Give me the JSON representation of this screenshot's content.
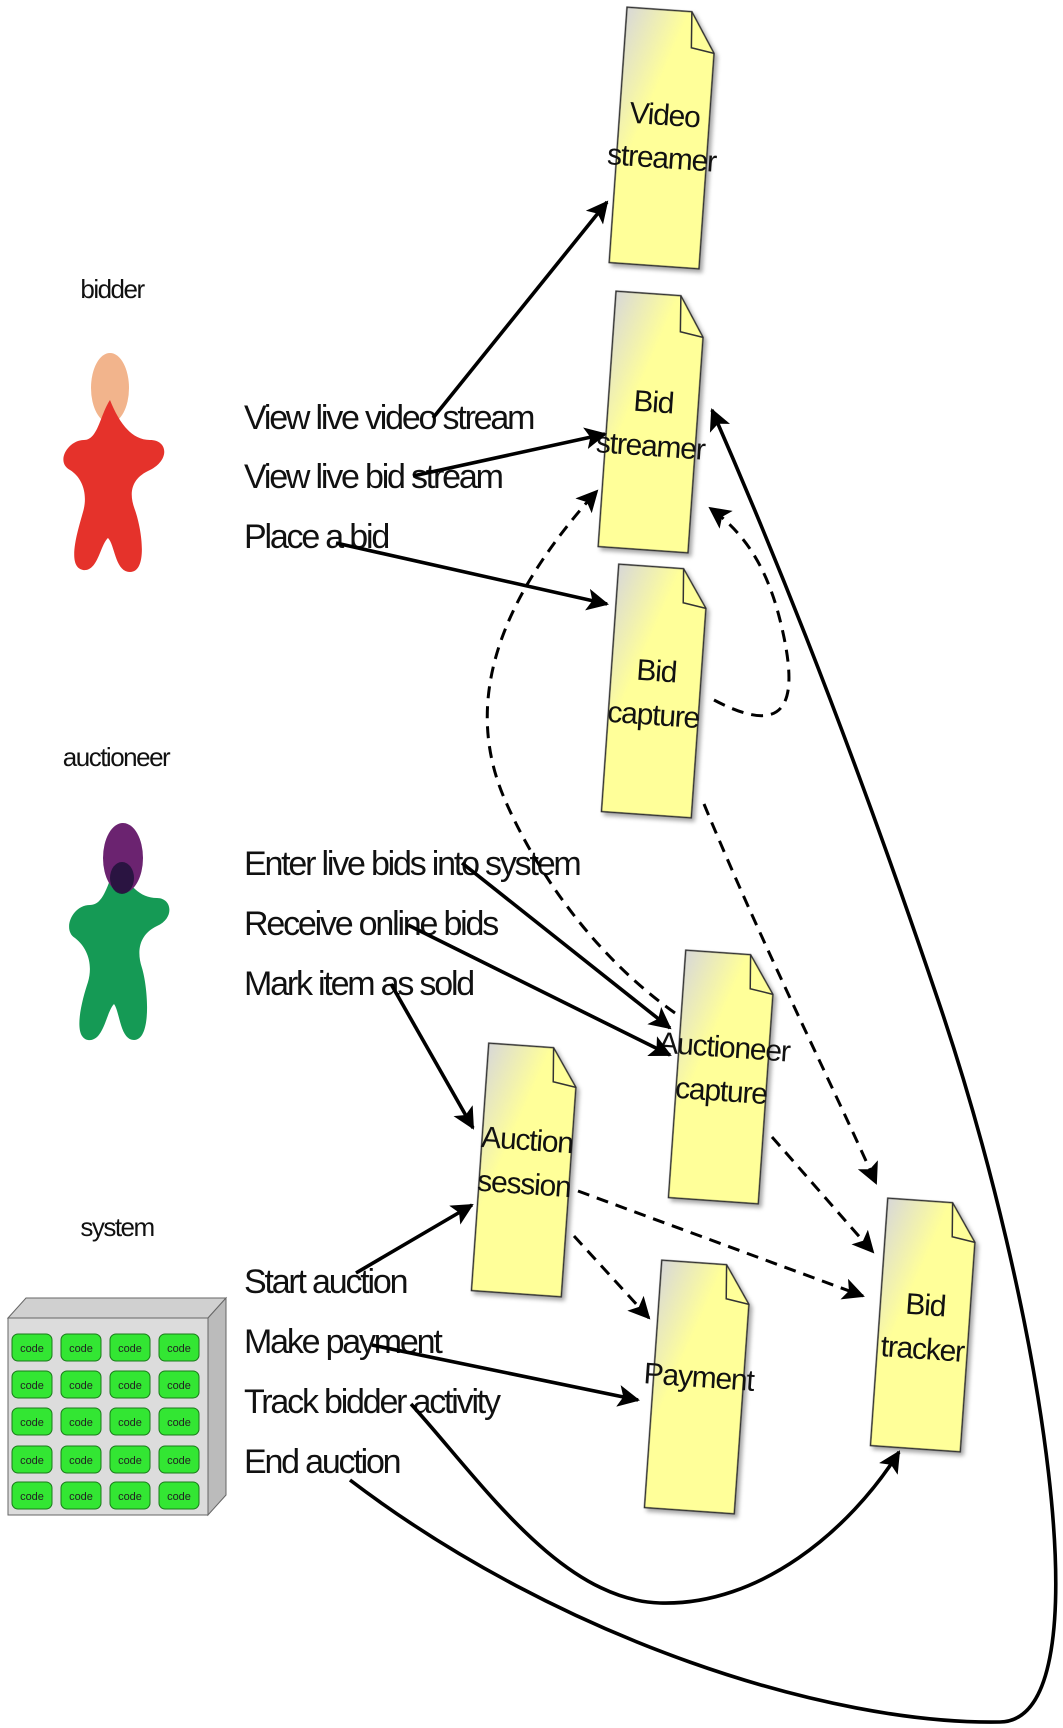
{
  "actors": [
    {
      "id": "bidder",
      "name": "bidder",
      "head_color": "#F2B48C",
      "body_color": "#E5322B"
    },
    {
      "id": "auctioneer",
      "name": "auctioneer",
      "head_color": "#6B2370",
      "body_color": "#159A55"
    },
    {
      "id": "system",
      "name": "system",
      "cell_label": "code",
      "cell_color": "#33E633"
    }
  ],
  "actions": {
    "bidder": [
      "View live video stream",
      "View live bid stream",
      "Place a bid"
    ],
    "auctioneer": [
      "Enter live bids into system",
      "Receive online bids",
      "Mark item as sold"
    ],
    "system": [
      "Start auction",
      "Make payment",
      "Track bidder activity",
      "End auction"
    ]
  },
  "components": {
    "video_streamer": [
      "Video",
      "streamer"
    ],
    "bid_streamer": [
      "Bid",
      "streamer"
    ],
    "bid_capture": [
      "Bid",
      "capture"
    ],
    "auctioneer_capture": [
      "Auctioneer",
      "capture"
    ],
    "auction_session": [
      "Auction",
      "session"
    ],
    "payment": [
      "Payment"
    ],
    "bid_tracker": [
      "Bid",
      "tracker"
    ]
  },
  "colors": {
    "document_fill": "#FFFF99",
    "document_shade": "#D8D8D8"
  }
}
